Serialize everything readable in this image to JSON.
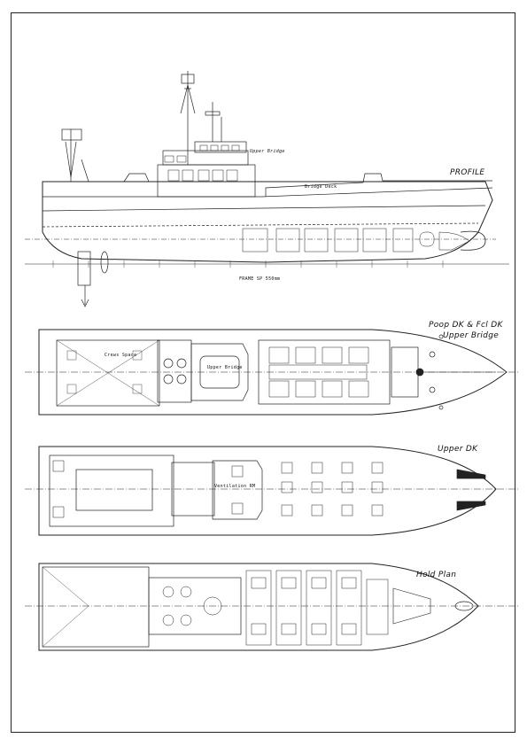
{
  "drawing": {
    "profile_title": "PROFILE",
    "poop_title": "Poop DK & Fcl DK",
    "upper_bridge_title": "Upper Bridge",
    "upper_dk_title": "Upper DK",
    "hold_plan_title": "Hold Plan",
    "profile_labels": {
      "upper_bridge": "Upper Bridge",
      "bridge_deck": "Bridge Deck",
      "frame_spacing": "FRAME SP 550mm"
    },
    "poop_labels": {
      "upper_bridge": "Upper Bridge",
      "crews_space": "Crews Space"
    },
    "upper_labels": {
      "ventilation": "Ventilation RM"
    }
  }
}
